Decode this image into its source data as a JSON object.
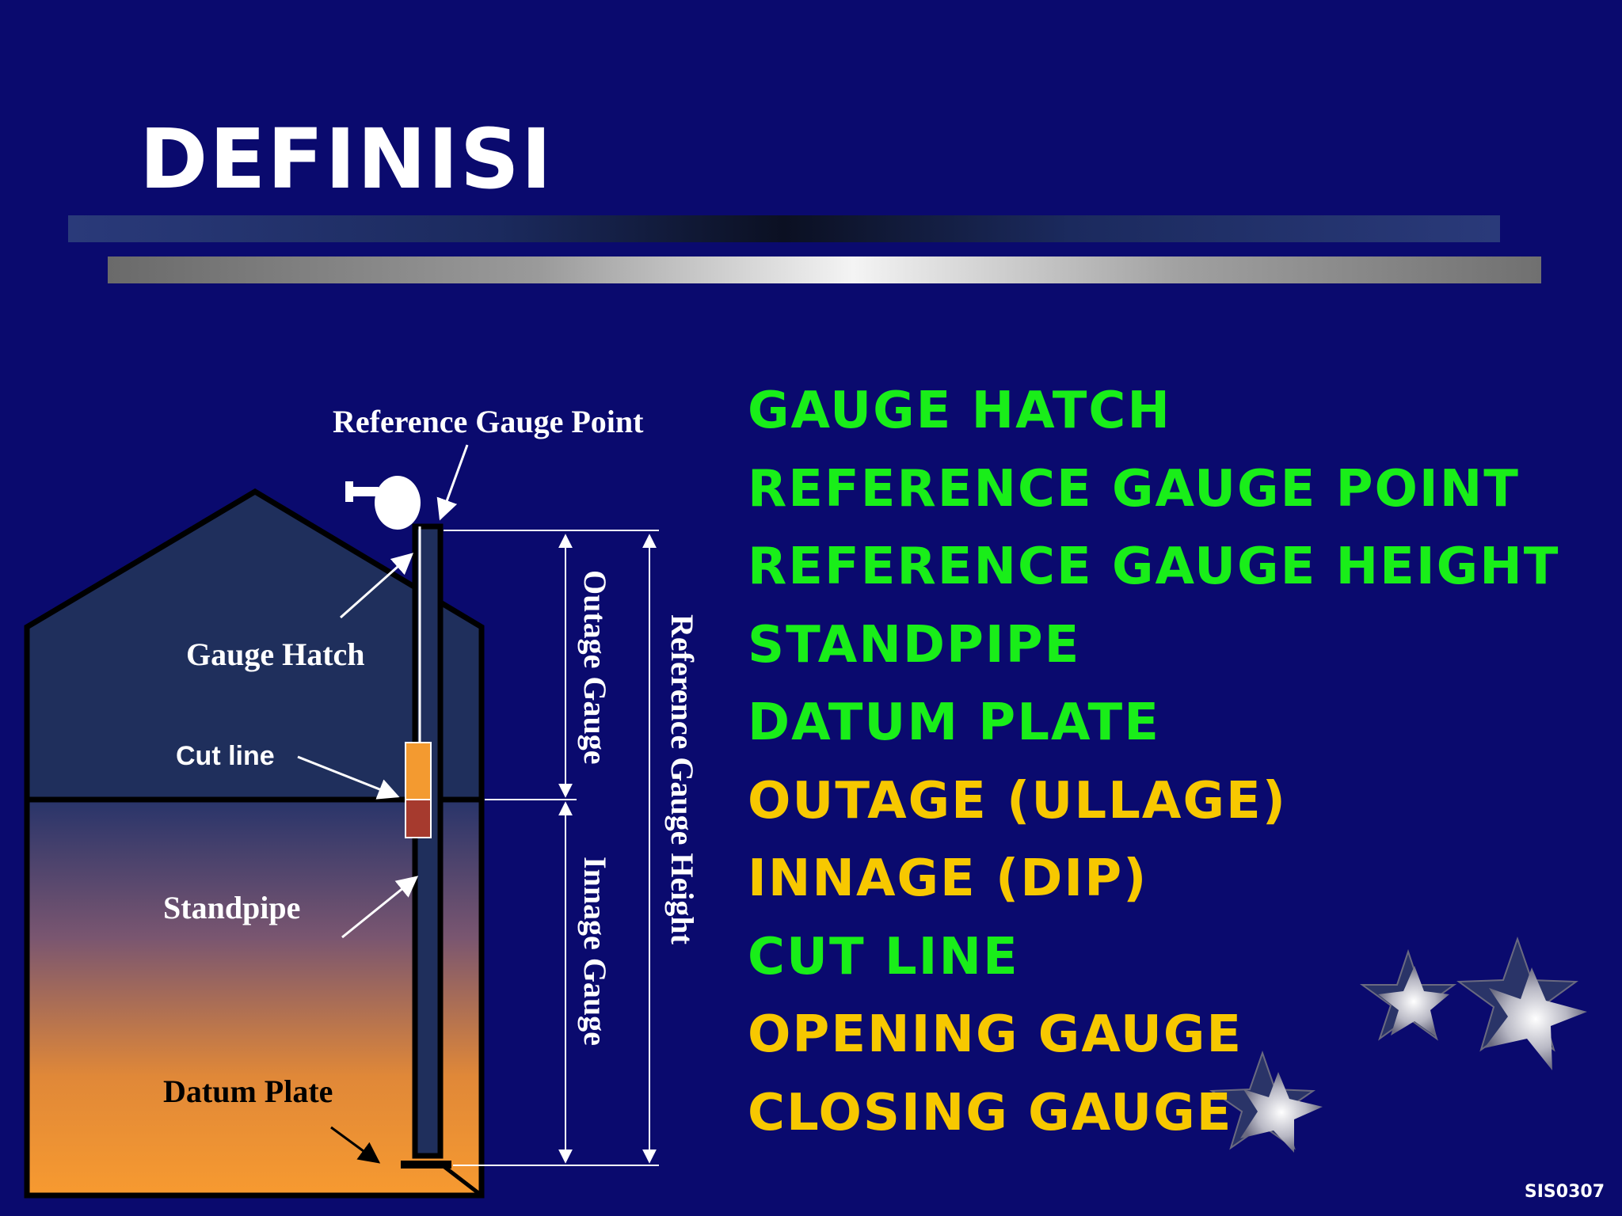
{
  "title": "DEFINISI",
  "diagram": {
    "reference_gauge_point": "Reference Gauge Point",
    "gauge_hatch": "Gauge Hatch",
    "cut_line": "Cut line",
    "standpipe": "Standpipe",
    "datum_plate": "Datum Plate",
    "outage_gauge": "Outage Gauge",
    "innage_gauge": "Innage Gauge",
    "reference_gauge_height": "Reference Gauge Height"
  },
  "terms": [
    {
      "label": "GAUGE HATCH",
      "color": "#19ee19"
    },
    {
      "label": "REFERENCE GAUGE POINT",
      "color": "#19ee19"
    },
    {
      "label": "REFERENCE GAUGE HEIGHT",
      "color": "#19ee19"
    },
    {
      "label": "STANDPIPE",
      "color": "#19ee19"
    },
    {
      "label": "DATUM PLATE",
      "color": "#19ee19"
    },
    {
      "label": "OUTAGE (ULLAGE)",
      "color": "#f7c800"
    },
    {
      "label": "INNAGE (DIP)",
      "color": "#f7c800"
    },
    {
      "label": "CUT LINE",
      "color": "#19ee19"
    },
    {
      "label": "OPENING GAUGE",
      "color": "#f7c800"
    },
    {
      "label": "CLOSING GAUGE",
      "color": "#f7c800"
    }
  ],
  "footer": "SIS0307",
  "colors": {
    "background": "#0a0a6e",
    "tank_top": "#1f2f5c",
    "liquid_top": "#2a3563",
    "liquid_bottom": "#f39a30"
  }
}
